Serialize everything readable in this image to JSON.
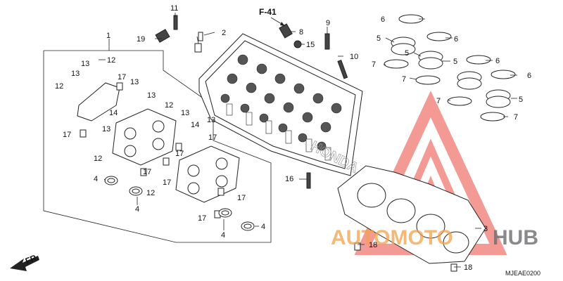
{
  "diagram": {
    "frame_ref": "F-41",
    "diagram_code": "MJEAE0200",
    "direction_label": "FR.",
    "watermark_brand_a": "AUTOMOTO",
    "watermark_brand_b": "HUB",
    "head_cast_text": "HONDA",
    "callouts": [
      {
        "id": "c1",
        "text": "1"
      },
      {
        "id": "c2",
        "text": "2"
      },
      {
        "id": "c3",
        "text": "3"
      },
      {
        "id": "c4a",
        "text": "4"
      },
      {
        "id": "c4b",
        "text": "4"
      },
      {
        "id": "c4c",
        "text": "4"
      },
      {
        "id": "c4d",
        "text": "4"
      },
      {
        "id": "c5a",
        "text": "5"
      },
      {
        "id": "c5b",
        "text": "5"
      },
      {
        "id": "c5c",
        "text": "5"
      },
      {
        "id": "c5d",
        "text": "5"
      },
      {
        "id": "c6a",
        "text": "6"
      },
      {
        "id": "c6b",
        "text": "6"
      },
      {
        "id": "c6c",
        "text": "6"
      },
      {
        "id": "c6d",
        "text": "6"
      },
      {
        "id": "c7a",
        "text": "7"
      },
      {
        "id": "c7b",
        "text": "7"
      },
      {
        "id": "c7c",
        "text": "7"
      },
      {
        "id": "c7d",
        "text": "7"
      },
      {
        "id": "c8",
        "text": "8"
      },
      {
        "id": "c9",
        "text": "9"
      },
      {
        "id": "c10",
        "text": "10"
      },
      {
        "id": "c11",
        "text": "11"
      },
      {
        "id": "c12a",
        "text": "12"
      },
      {
        "id": "c12b",
        "text": "12"
      },
      {
        "id": "c12c",
        "text": "12"
      },
      {
        "id": "c12d",
        "text": "12"
      },
      {
        "id": "c12e",
        "text": "12"
      },
      {
        "id": "c13a",
        "text": "13"
      },
      {
        "id": "c13b",
        "text": "13"
      },
      {
        "id": "c13c",
        "text": "13"
      },
      {
        "id": "c13d",
        "text": "13"
      },
      {
        "id": "c13e",
        "text": "13"
      },
      {
        "id": "c13f",
        "text": "13"
      },
      {
        "id": "c13g",
        "text": "13"
      },
      {
        "id": "c14a",
        "text": "14"
      },
      {
        "id": "c14b",
        "text": "14"
      },
      {
        "id": "c15",
        "text": "15"
      },
      {
        "id": "c16",
        "text": "16"
      },
      {
        "id": "c17a",
        "text": "17"
      },
      {
        "id": "c17b",
        "text": "17"
      },
      {
        "id": "c17c",
        "text": "17"
      },
      {
        "id": "c17d",
        "text": "17"
      },
      {
        "id": "c17e",
        "text": "17"
      },
      {
        "id": "c17f",
        "text": "17"
      },
      {
        "id": "c17g",
        "text": "17"
      },
      {
        "id": "c17h",
        "text": "17"
      },
      {
        "id": "c18a",
        "text": "18"
      },
      {
        "id": "c18b",
        "text": "18"
      },
      {
        "id": "c19",
        "text": "19"
      }
    ],
    "colors": {
      "watermark_red": "#e8483b",
      "watermark_orange": "#f2a24a",
      "watermark_grey": "#6d6e71",
      "ink": "#222222"
    }
  }
}
